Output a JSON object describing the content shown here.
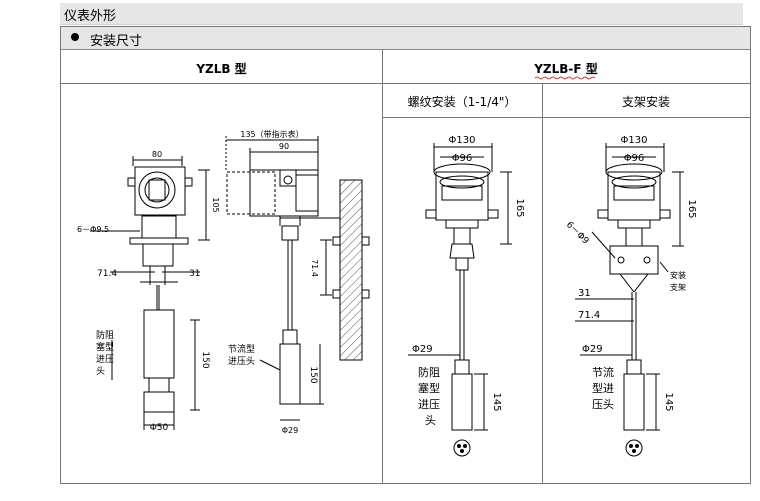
{
  "page_title": "仪表外形",
  "section": {
    "title": "安装尺寸"
  },
  "columns": {
    "left": {
      "model": "YZLB 型"
    },
    "right": {
      "model": "YZLB-F 型",
      "sub_left": "螺纹安装（1-1/4\"）",
      "sub_right": "支架安装"
    }
  },
  "drawing_yzlb_front": {
    "dim_width": "80",
    "dim_height": "105",
    "holes": "6－Φ9.5",
    "dim_714": "71.4",
    "dim_31": "31",
    "probe_label_lines": [
      "防阻",
      "塞型",
      "进压",
      "头"
    ],
    "dim_150": "150",
    "dim_diameter": "Φ50"
  },
  "drawing_yzlb_side": {
    "dim_135": "135（带指示表）",
    "dim_90": "90",
    "dim_714": "71.4",
    "probe_label_lines": [
      "节流型",
      "进压头"
    ],
    "dim_150": "150",
    "dim_diameter": "Φ29"
  },
  "drawing_thread": {
    "dim_130": "Φ130",
    "dim_96": "Φ96",
    "dim_165": "165",
    "dim_29": "Φ29",
    "probe_label_lines": [
      "防阻",
      "塞型",
      "进压",
      "头"
    ],
    "dim_145": "145"
  },
  "drawing_bracket": {
    "dim_130": "Φ130",
    "dim_96": "Φ96",
    "dim_165": "165",
    "holes": "6－Φ9",
    "bracket_label_lines": [
      "安装",
      "支架"
    ],
    "dim_31": "31",
    "dim_714": "71.4",
    "dim_29": "Φ29",
    "probe_label_lines": [
      "节流",
      "型进",
      "压头"
    ],
    "dim_145": "145"
  }
}
